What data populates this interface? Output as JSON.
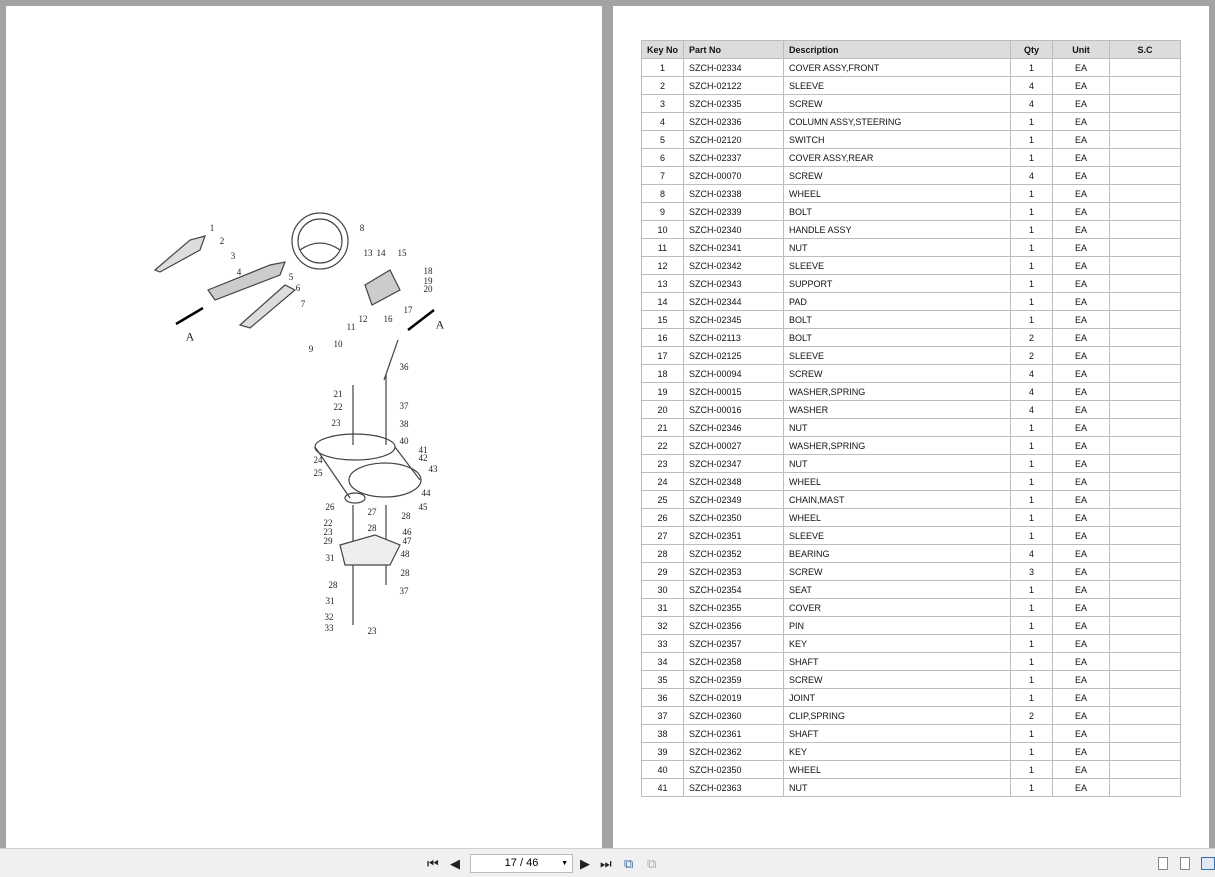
{
  "diagram": {
    "callouts": [
      "1",
      "2",
      "3",
      "4",
      "5",
      "6",
      "7",
      "8",
      "9",
      "10",
      "11",
      "12",
      "13",
      "14",
      "15",
      "16",
      "17",
      "18",
      "19",
      "20",
      "A",
      "A",
      "36",
      "21",
      "22",
      "23",
      "37",
      "38",
      "40",
      "41",
      "42",
      "43",
      "24",
      "25",
      "44",
      "45",
      "26",
      "27",
      "28",
      "22",
      "23",
      "28",
      "46",
      "29",
      "47",
      "31",
      "48",
      "28",
      "28",
      "37",
      "31",
      "32",
      "33",
      "23"
    ]
  },
  "table": {
    "headers": [
      "Key No",
      "Part No",
      "Description",
      "Qty",
      "Unit",
      "S.C"
    ],
    "rows": [
      [
        "1",
        "SZCH-02334",
        "COVER ASSY,FRONT",
        "1",
        "EA",
        ""
      ],
      [
        "2",
        "SZCH-02122",
        "SLEEVE",
        "4",
        "EA",
        ""
      ],
      [
        "3",
        "SZCH-02335",
        "SCREW",
        "4",
        "EA",
        ""
      ],
      [
        "4",
        "SZCH-02336",
        "COLUMN ASSY,STEERING",
        "1",
        "EA",
        ""
      ],
      [
        "5",
        "SZCH-02120",
        "SWITCH",
        "1",
        "EA",
        ""
      ],
      [
        "6",
        "SZCH-02337",
        "COVER ASSY,REAR",
        "1",
        "EA",
        ""
      ],
      [
        "7",
        "SZCH-00070",
        "SCREW",
        "4",
        "EA",
        ""
      ],
      [
        "8",
        "SZCH-02338",
        "WHEEL",
        "1",
        "EA",
        ""
      ],
      [
        "9",
        "SZCH-02339",
        "BOLT",
        "1",
        "EA",
        ""
      ],
      [
        "10",
        "SZCH-02340",
        "HANDLE ASSY",
        "1",
        "EA",
        ""
      ],
      [
        "11",
        "SZCH-02341",
        "NUT",
        "1",
        "EA",
        ""
      ],
      [
        "12",
        "SZCH-02342",
        "SLEEVE",
        "1",
        "EA",
        ""
      ],
      [
        "13",
        "SZCH-02343",
        "SUPPORT",
        "1",
        "EA",
        ""
      ],
      [
        "14",
        "SZCH-02344",
        "PAD",
        "1",
        "EA",
        ""
      ],
      [
        "15",
        "SZCH-02345",
        "BOLT",
        "1",
        "EA",
        ""
      ],
      [
        "16",
        "SZCH-02113",
        "BOLT",
        "2",
        "EA",
        ""
      ],
      [
        "17",
        "SZCH-02125",
        "SLEEVE",
        "2",
        "EA",
        ""
      ],
      [
        "18",
        "SZCH-00094",
        "SCREW",
        "4",
        "EA",
        ""
      ],
      [
        "19",
        "SZCH-00015",
        "WASHER,SPRING",
        "4",
        "EA",
        ""
      ],
      [
        "20",
        "SZCH-00016",
        "WASHER",
        "4",
        "EA",
        ""
      ],
      [
        "21",
        "SZCH-02346",
        "NUT",
        "1",
        "EA",
        ""
      ],
      [
        "22",
        "SZCH-00027",
        "WASHER,SPRING",
        "1",
        "EA",
        ""
      ],
      [
        "23",
        "SZCH-02347",
        "NUT",
        "1",
        "EA",
        ""
      ],
      [
        "24",
        "SZCH-02348",
        "WHEEL",
        "1",
        "EA",
        ""
      ],
      [
        "25",
        "SZCH-02349",
        "CHAIN,MAST",
        "1",
        "EA",
        ""
      ],
      [
        "26",
        "SZCH-02350",
        "WHEEL",
        "1",
        "EA",
        ""
      ],
      [
        "27",
        "SZCH-02351",
        "SLEEVE",
        "1",
        "EA",
        ""
      ],
      [
        "28",
        "SZCH-02352",
        "BEARING",
        "4",
        "EA",
        ""
      ],
      [
        "29",
        "SZCH-02353",
        "SCREW",
        "3",
        "EA",
        ""
      ],
      [
        "30",
        "SZCH-02354",
        "SEAT",
        "1",
        "EA",
        ""
      ],
      [
        "31",
        "SZCH-02355",
        "COVER",
        "1",
        "EA",
        ""
      ],
      [
        "32",
        "SZCH-02356",
        "PIN",
        "1",
        "EA",
        ""
      ],
      [
        "33",
        "SZCH-02357",
        "KEY",
        "1",
        "EA",
        ""
      ],
      [
        "34",
        "SZCH-02358",
        "SHAFT",
        "1",
        "EA",
        ""
      ],
      [
        "35",
        "SZCH-02359",
        "SCREW",
        "1",
        "EA",
        ""
      ],
      [
        "36",
        "SZCH-02019",
        "JOINT",
        "1",
        "EA",
        ""
      ],
      [
        "37",
        "SZCH-02360",
        "CLIP,SPRING",
        "2",
        "EA",
        ""
      ],
      [
        "38",
        "SZCH-02361",
        "SHAFT",
        "1",
        "EA",
        ""
      ],
      [
        "39",
        "SZCH-02362",
        "KEY",
        "1",
        "EA",
        ""
      ],
      [
        "40",
        "SZCH-02350",
        "WHEEL",
        "1",
        "EA",
        ""
      ],
      [
        "41",
        "SZCH-02363",
        "NUT",
        "1",
        "EA",
        ""
      ]
    ]
  },
  "toolbar": {
    "page_indicator": "17 / 46",
    "current_page": 17,
    "total_pages": 46
  }
}
